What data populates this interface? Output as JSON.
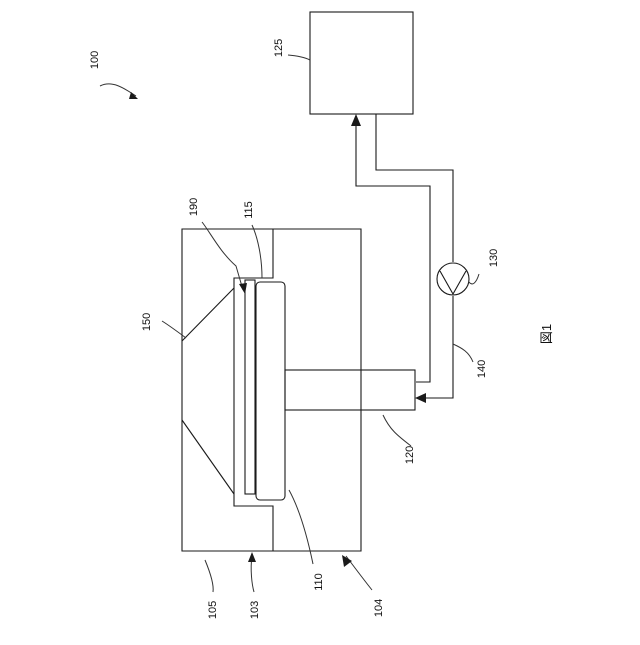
{
  "figure_label": "図1",
  "labels": {
    "system": "100",
    "chamber_top": "103",
    "chamber_body": "104",
    "chamber_lid": "105",
    "substrate": "110",
    "carrier": "115",
    "support_shaft": "120",
    "controller": "125",
    "pump": "130",
    "line": "140",
    "showerhead": "150",
    "opening": "190"
  }
}
